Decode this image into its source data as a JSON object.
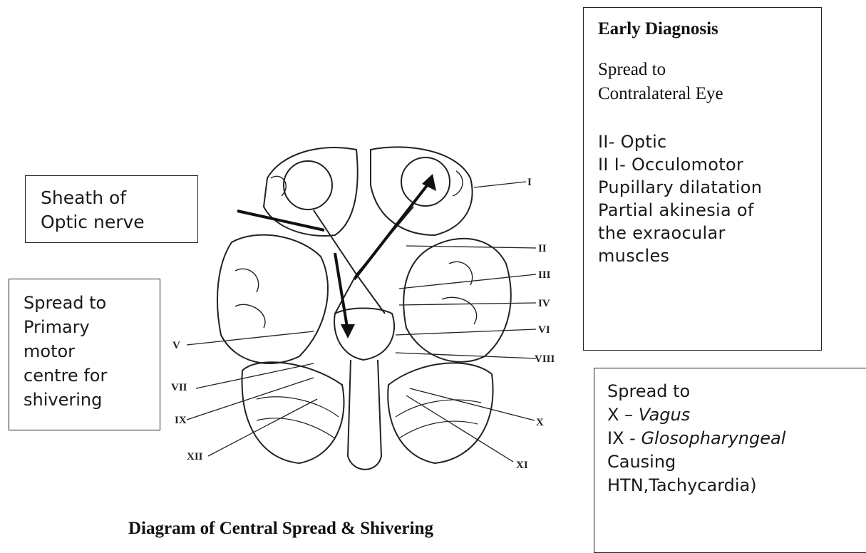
{
  "early_box": {
    "heading": "Early Diagnosis",
    "para_line1": "Spread to",
    "para_line2": "Contralateral Eye",
    "list": [
      "II- Optic",
      "II I- Occulomotor",
      "Pupillary dilatation",
      "Partial akinesia of",
      "the exraocular",
      "muscles"
    ]
  },
  "sheath_box": {
    "line1": "Sheath of",
    "line2": "Optic nerve"
  },
  "shiver_box": {
    "lines": [
      "Spread  to",
      "Primary",
      "motor",
      "centre for",
      "shivering"
    ]
  },
  "vagus_box": {
    "line1": "Spread to",
    "line2_prefix": "X – ",
    "line2_italic": "Vagus",
    "line3_prefix": "IX -  ",
    "line3_italic": "Glosopharyngeal",
    "line4": "Causing",
    "line5": "HTN,Tachycardia)"
  },
  "nerve_labels": {
    "I": "I",
    "II": "II",
    "III": "III",
    "IV": "IV",
    "VI": "VI",
    "VIII": "VIII",
    "V": "V",
    "VII": "VII",
    "IX": "IX",
    "XII": "XII",
    "X": "X",
    "XI": "XI"
  },
  "caption": "Diagram of  Central Spread & Shivering"
}
